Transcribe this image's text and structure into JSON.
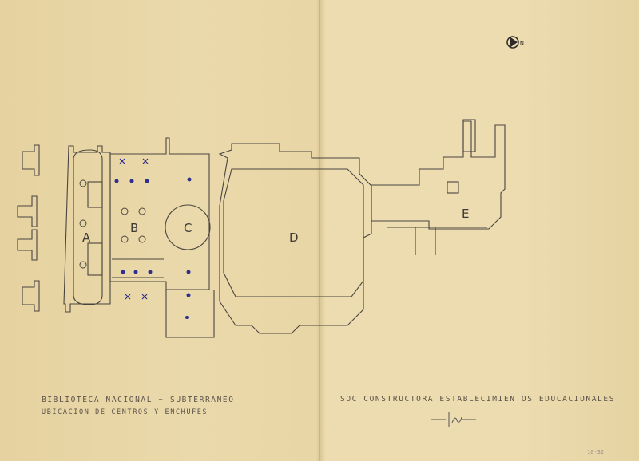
{
  "title_block": {
    "line1": "BIBLIOTECA NACIONAL ~ SUBTERRANEO",
    "line2": "UBICACION DE CENTROS Y ENCHUFES"
  },
  "company": "SOC CONSTRUCTORA ESTABLECIMIENTOS EDUCACIONALES",
  "sheet_code": "10-32",
  "north_label": "N",
  "rooms": [
    "A",
    "B",
    "C",
    "D",
    "E"
  ],
  "colors": {
    "paper": "#e8d6a6",
    "ink": "#4a4540",
    "blue_ink": "#2e2f8f"
  }
}
